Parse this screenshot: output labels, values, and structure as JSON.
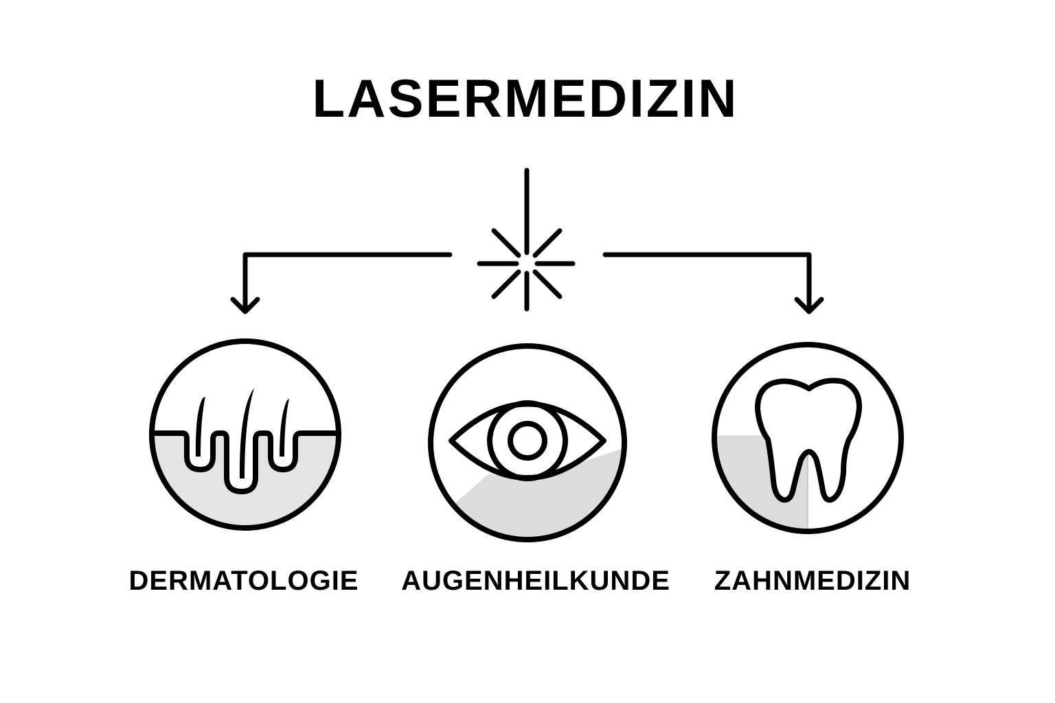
{
  "title": "LASERMEDIZIN",
  "center_icon": "laser-burst-icon",
  "branches": [
    {
      "label": "DERMATOLOGIE",
      "icon": "hair-follicle-skin-icon"
    },
    {
      "label": "AUGENHEILKUNDE",
      "icon": "eye-icon"
    },
    {
      "label": "ZAHNMEDIZIN",
      "icon": "tooth-icon"
    }
  ],
  "colors": {
    "stroke": "#000000",
    "fill_shade": "#dcdcdc",
    "background": "#ffffff"
  }
}
